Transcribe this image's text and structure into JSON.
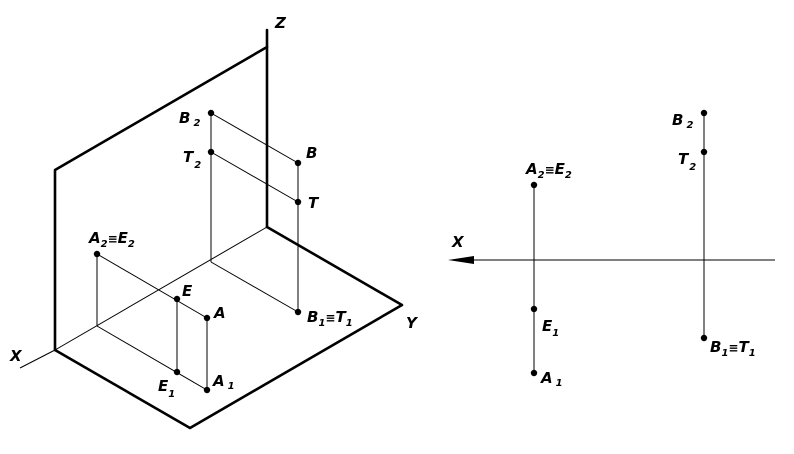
{
  "axes": {
    "z": "Z",
    "x": "X",
    "y": "Y",
    "x_epure": "X"
  },
  "points_3d": {
    "b2": {
      "main": "B",
      "sub": "2"
    },
    "t2": {
      "main": "T",
      "sub": "2"
    },
    "b": {
      "main": "B",
      "sub": ""
    },
    "t": {
      "main": "T",
      "sub": ""
    },
    "a2e2": {
      "main": "A",
      "sub": "2",
      "eq": "≡",
      "main2": "E",
      "sub2": "2"
    },
    "e": {
      "main": "E",
      "sub": ""
    },
    "a": {
      "main": "A",
      "sub": ""
    },
    "b1t1": {
      "main": "B",
      "sub": "1",
      "eq": "≡",
      "main2": "T",
      "sub2": "1"
    },
    "e1": {
      "main": "E",
      "sub": "1"
    },
    "a1": {
      "main": "A",
      "sub": "1"
    }
  },
  "points_epure": {
    "b2": {
      "main": "B",
      "sub": "2"
    },
    "t2": {
      "main": "T",
      "sub": "2"
    },
    "a2e2": {
      "main": "A",
      "sub": "2",
      "eq": "≡",
      "main2": "E",
      "sub2": "2"
    },
    "e1": {
      "main": "E",
      "sub": "1"
    },
    "a1": {
      "main": "A",
      "sub": "1"
    },
    "b1t1": {
      "main": "B",
      "sub": "1",
      "eq": "≡",
      "main2": "T",
      "sub2": "1"
    }
  }
}
